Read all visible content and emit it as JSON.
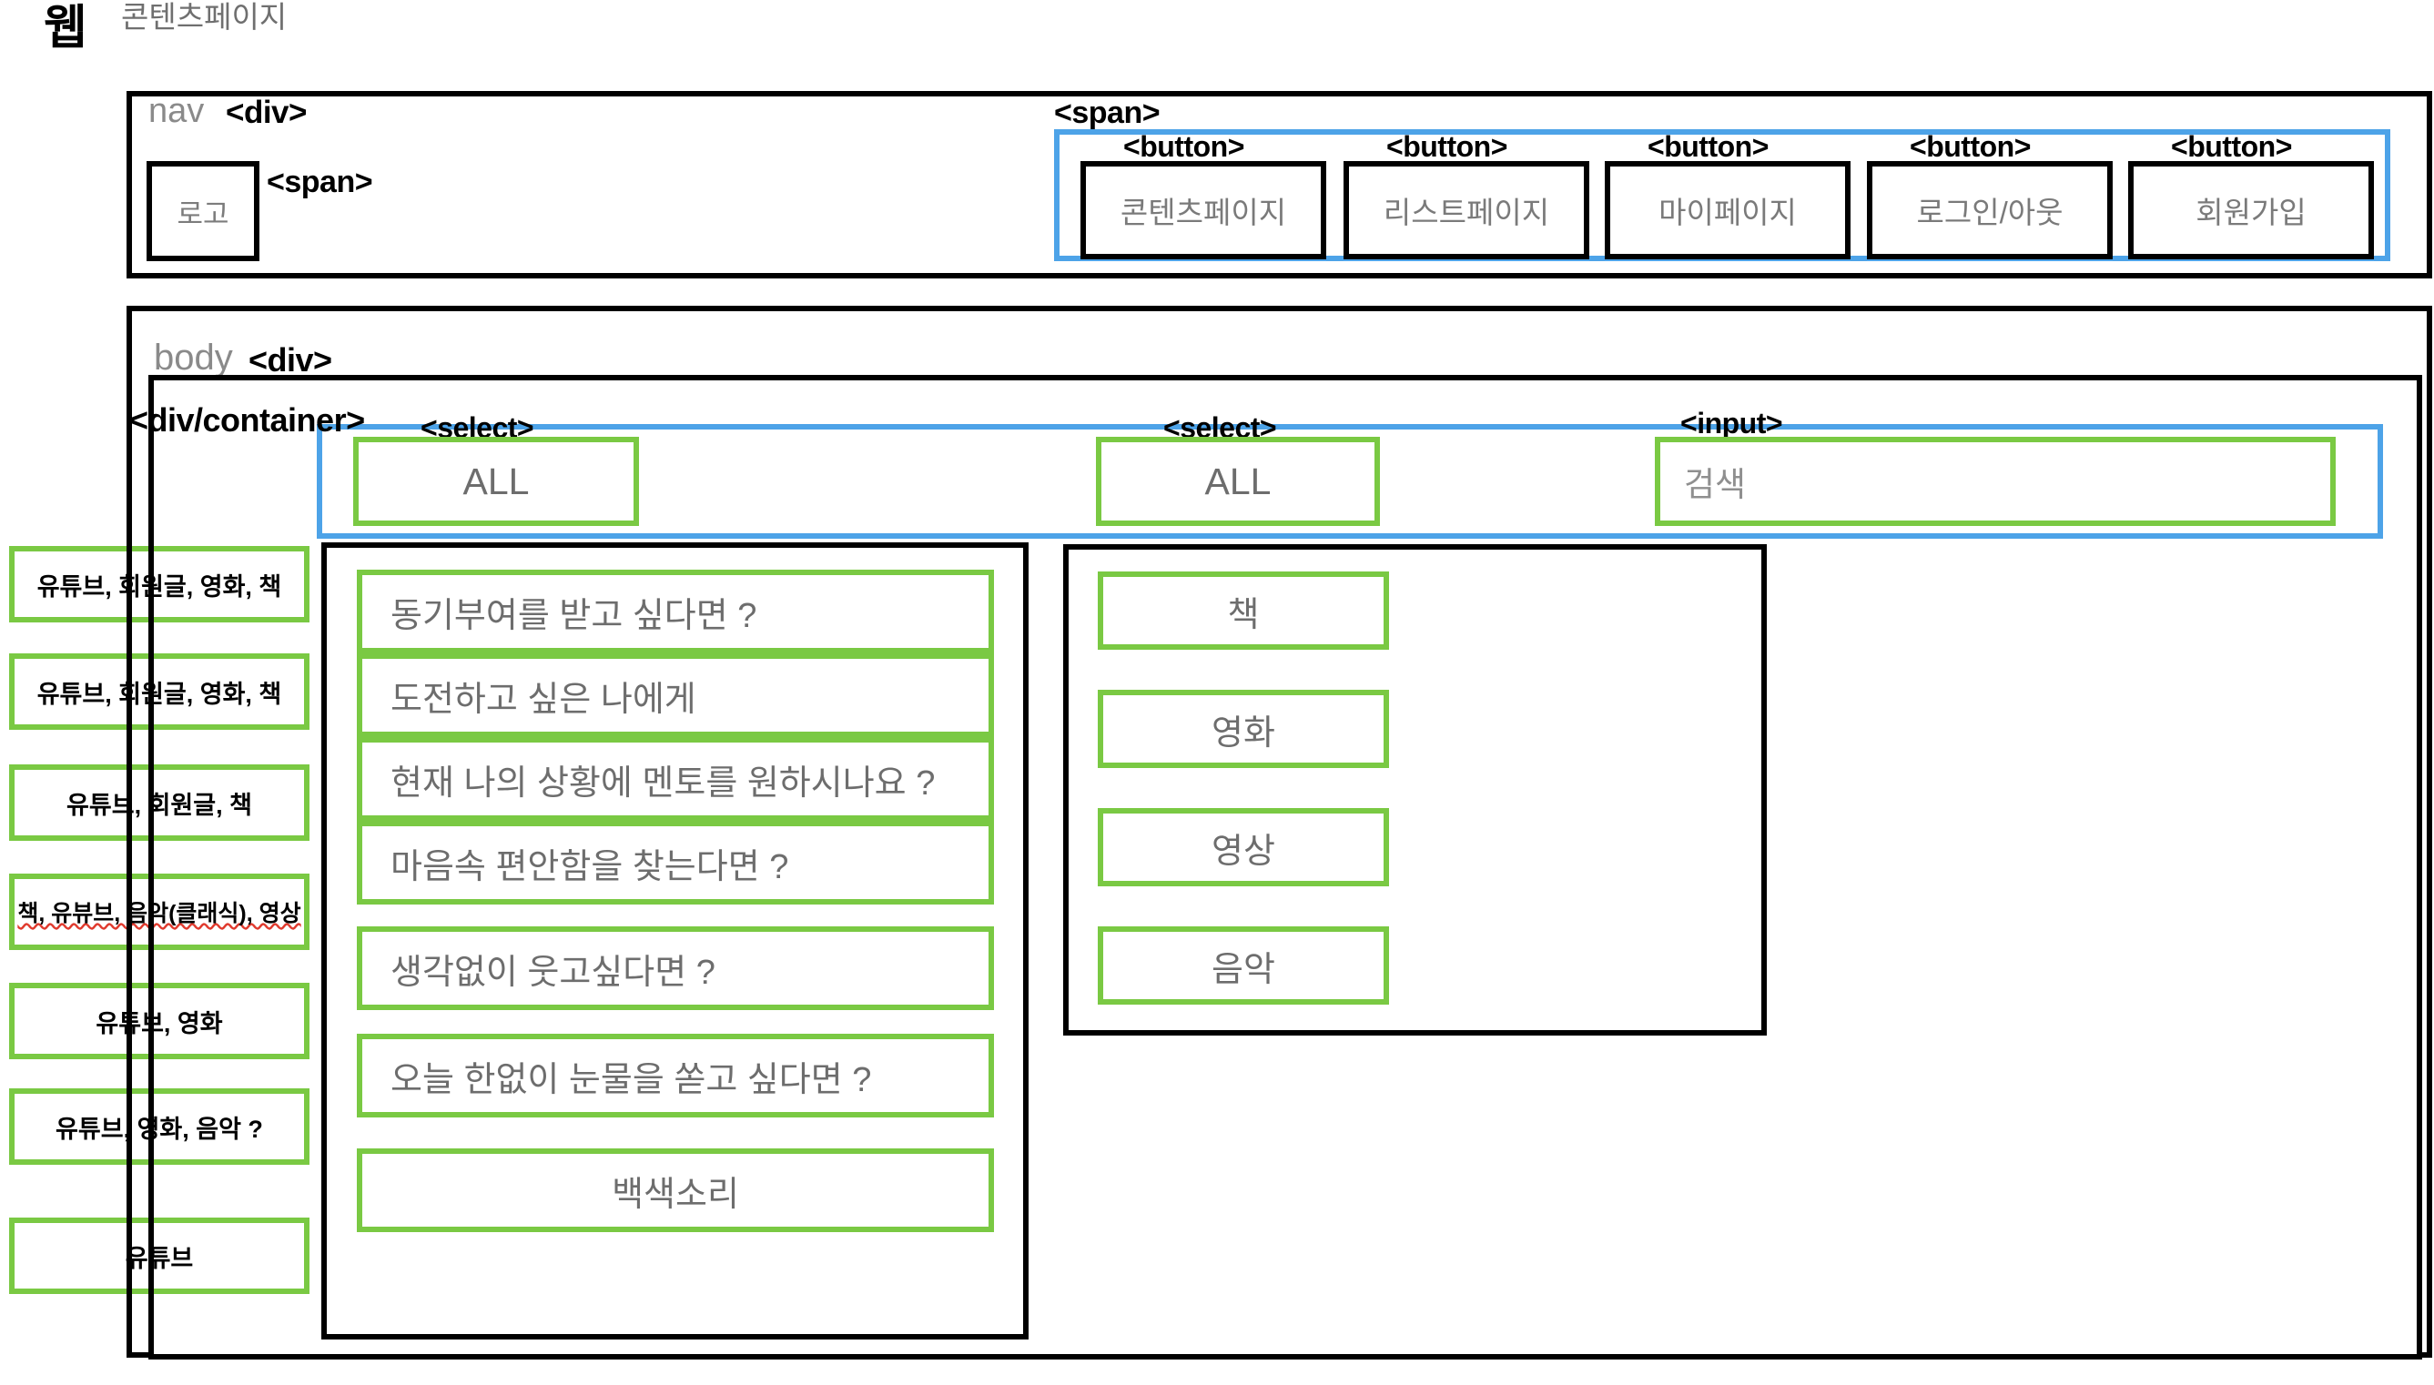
{
  "header": {
    "web_label": "웹",
    "page_title": "콘텐츠페이지"
  },
  "nav": {
    "section_label": "nav",
    "section_tag": "<div>",
    "logo": {
      "text": "로고",
      "tag": "<span>"
    },
    "group_tag": "<span>",
    "buttons": [
      {
        "tag": "<button>",
        "label": "콘텐츠페이지"
      },
      {
        "tag": "<button>",
        "label": "리스트페이지"
      },
      {
        "tag": "<button>",
        "label": "마이페이지"
      },
      {
        "tag": "<button>",
        "label": "로그인/아웃"
      },
      {
        "tag": "<button>",
        "label": "회원가입"
      }
    ]
  },
  "body": {
    "section_label": "body",
    "section_tag": "<div>",
    "container_tag": "<div/container>"
  },
  "filter_bar": {
    "select_left": {
      "tag": "<select>",
      "value": "ALL"
    },
    "select_right": {
      "tag": "<select>",
      "value": "ALL"
    },
    "search": {
      "tag": "<input>",
      "placeholder": "검색",
      "value": ""
    }
  },
  "content_list": {
    "items": [
      {
        "label": "동기부여를 받고 싶다면 ?",
        "align": "left"
      },
      {
        "label": "도전하고 싶은 나에게",
        "align": "left"
      },
      {
        "label": "현재 나의 상황에 멘토를 원하시나요 ?",
        "align": "left"
      },
      {
        "label": "마음속 편안함을 찾는다면 ?",
        "align": "left"
      },
      {
        "label": "생각없이 웃고싶다면 ?",
        "align": "left"
      },
      {
        "label": "오늘 한없이 눈물을 쏟고 싶다면 ?",
        "align": "left"
      },
      {
        "label": "백색소리",
        "align": "center"
      }
    ]
  },
  "category_list": {
    "items": [
      {
        "label": "책"
      },
      {
        "label": "영화"
      },
      {
        "label": "영상"
      },
      {
        "label": "음악"
      }
    ]
  },
  "annotations": {
    "notes": [
      {
        "label": "유튜브, 회원글, 영화, 책",
        "misspelled": false
      },
      {
        "label": "유튜브, 회원글, 영화, 책",
        "misspelled": false
      },
      {
        "label": "유튜브, 회원글, 책",
        "misspelled": false
      },
      {
        "label": "책, 유뷰브, 음악(클래식), 영상",
        "misspelled": true
      },
      {
        "label": "유튜브, 영화",
        "misspelled": false
      },
      {
        "label": "유튜브, 영화, 음악 ?",
        "misspelled": false
      },
      {
        "label": "유튜브",
        "misspelled": false
      }
    ]
  },
  "colors": {
    "accent_blue": "#4da3e8",
    "accent_green": "#7ac943",
    "frame_black": "#000000",
    "text_gray": "#7a7a7a"
  }
}
